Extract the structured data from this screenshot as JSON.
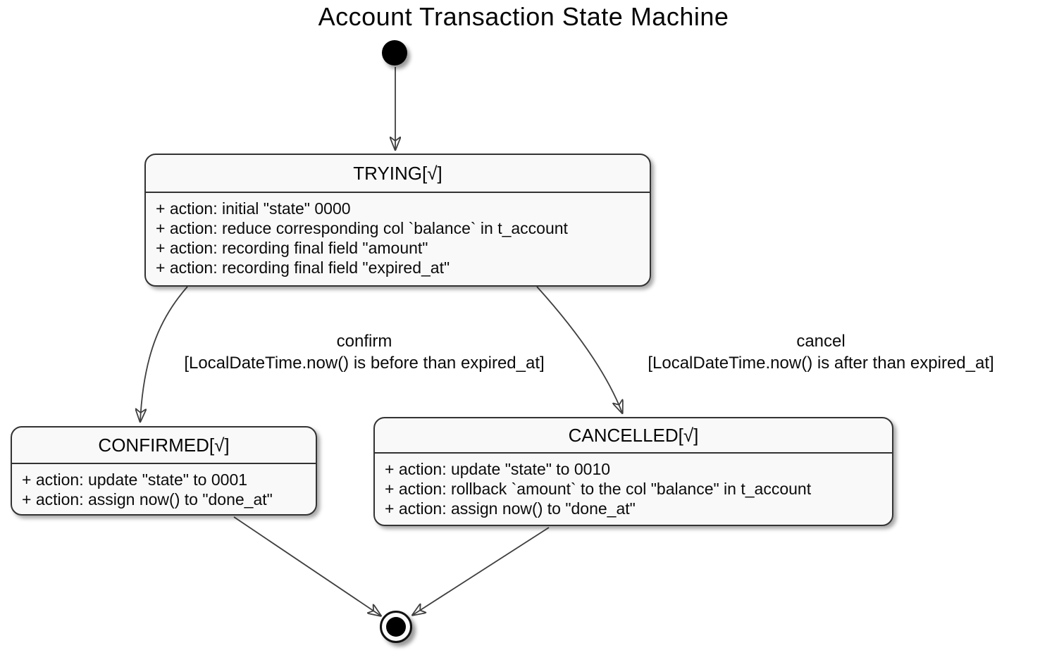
{
  "title": "Account Transaction State Machine",
  "colors": {
    "background": "#FFFFFF",
    "state_fill": "#F9F9F9",
    "state_border": "#333333",
    "edge_line": "#3F3F3F",
    "text": "#0B0B0B"
  },
  "states": {
    "trying": {
      "name": "TRYING[√]",
      "actions": [
        "+ action: initial \"state\" 0000",
        "+ action: reduce corresponding col `balance` in t_account",
        "+ action: recording final field \"amount\"",
        "+ action: recording final field \"expired_at\""
      ]
    },
    "confirmed": {
      "name": "CONFIRMED[√]",
      "actions": [
        "+ action: update \"state\" to 0001",
        "+ action: assign now() to \"done_at\""
      ]
    },
    "cancelled": {
      "name": "CANCELLED[√]",
      "actions": [
        "+ action: update \"state\" to 0010",
        "+ action: rollback `amount` to the col \"balance\" in t_account",
        "+ action: assign now() to \"done_at\""
      ]
    }
  },
  "transitions": {
    "confirm": {
      "event": "confirm",
      "guard": "[LocalDateTime.now() is before than expired_at]"
    },
    "cancel": {
      "event": "cancel",
      "guard": "[LocalDateTime.now() is after than expired_at]"
    }
  }
}
